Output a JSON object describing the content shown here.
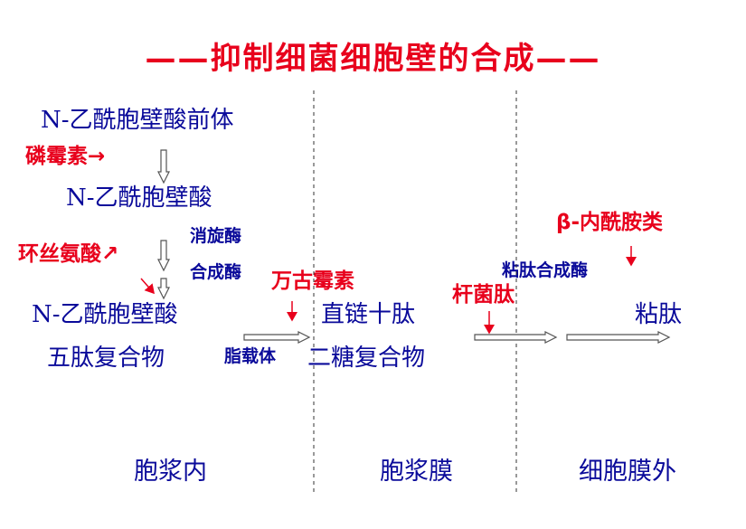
{
  "title": "——抑制细菌细胞壁的合成——",
  "pathway": {
    "precursor": "N-乙酰胞壁酸前体",
    "muramic_acid": "N-乙酰胞壁酸",
    "pentapeptide_line1": "N-乙酰胞壁酸",
    "pentapeptide_line2": "五肽复合物",
    "linear_decapeptide": "直链十肽",
    "disaccharide_complex": "二糖复合物",
    "peptidoglycan": "粘肽"
  },
  "enzymes": {
    "racemase_line1": "消旋酶",
    "racemase_line2": "合成酶",
    "lipid_carrier": "脂载体",
    "transpeptidase": "粘肽合成酶"
  },
  "inhibitors": {
    "fosfomycin": "磷霉素→",
    "cycloserine": "环丝氨酸↗",
    "vancomycin": "万古霉素",
    "bacitracin": "杆菌肽",
    "beta_lactams": "β-内酰胺类"
  },
  "regions": {
    "cytoplasm": "胞浆内",
    "membrane": "胞浆膜",
    "outside": "细胞膜外"
  },
  "colors": {
    "title": "#e8001c",
    "text": "#0a0a9a",
    "inhibitor": "#e8001c",
    "arrow_fill": "#ffffff",
    "arrow_stroke": "#555555"
  }
}
